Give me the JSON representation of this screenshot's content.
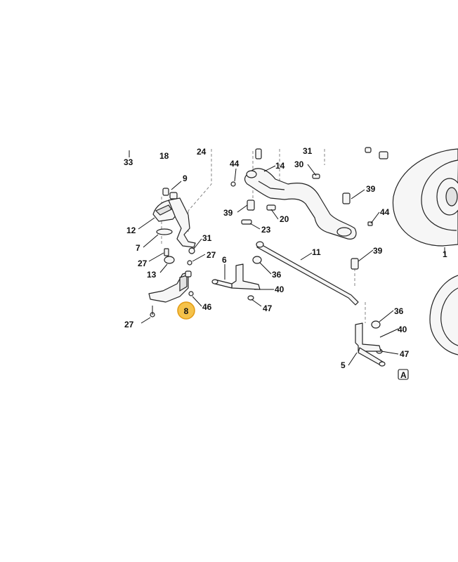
{
  "diagram": {
    "highlighted_part": "8",
    "callouts": [
      "33",
      "18",
      "24",
      "9",
      "12",
      "7",
      "27",
      "13",
      "31",
      "27",
      "6",
      "46",
      "27",
      "44",
      "14",
      "31",
      "30",
      "39",
      "39",
      "20",
      "23",
      "44",
      "11",
      "39",
      "1",
      "36",
      "40",
      "47",
      "36",
      "40",
      "47",
      "5"
    ],
    "view_label": "A"
  }
}
